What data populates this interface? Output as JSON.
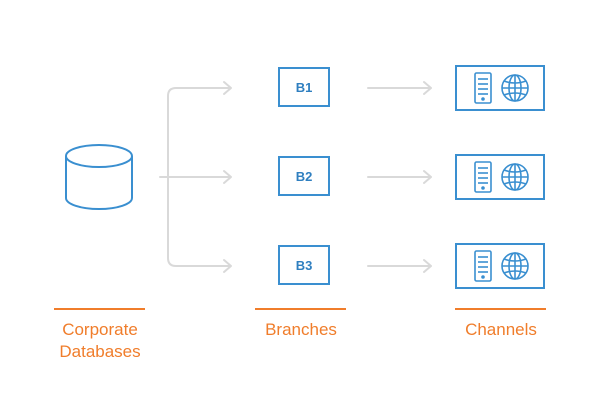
{
  "columns": {
    "databases": {
      "line1": "Corporate",
      "line2": "Databases"
    },
    "branches": {
      "label": "Branches"
    },
    "channels": {
      "label": "Channels"
    }
  },
  "branches": [
    {
      "label": "B1"
    },
    {
      "label": "B2"
    },
    {
      "label": "B3"
    }
  ],
  "colors": {
    "accent_blue": "#3a8fd0",
    "accent_orange": "#f07d2b",
    "connector_gray": "#d6d6d6"
  },
  "icons": [
    "database-icon",
    "mobile-device-icon",
    "globe-icon",
    "arrow-icon"
  ]
}
